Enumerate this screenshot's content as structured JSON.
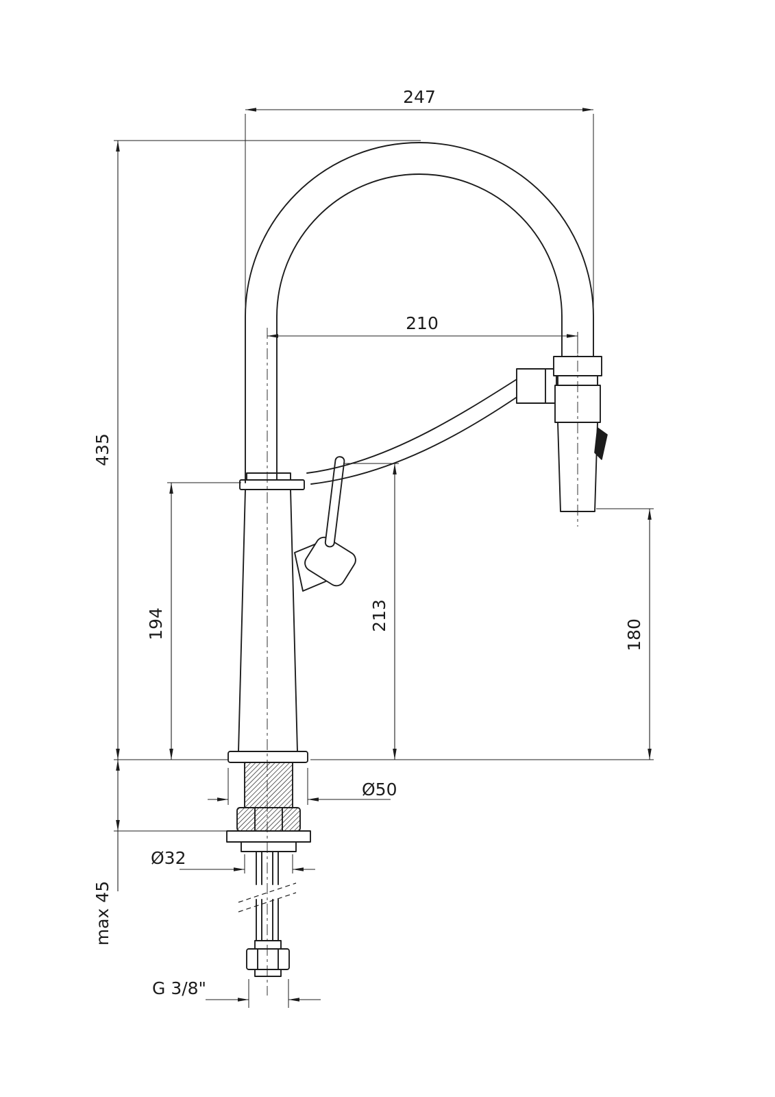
{
  "drawing": {
    "background": "#ffffff",
    "line_color": "#1c1c1c",
    "labels": {
      "dim_overall_width": "247",
      "dim_spout_reach": "210",
      "dim_total_height": "435",
      "dim_body_height": "194",
      "dim_handle_height": "213",
      "dim_outlet_height": "180",
      "dim_base_diameter": "Ø50",
      "dim_shank_diameter": "Ø32",
      "dim_max_deck_thickness": "max 45",
      "dim_thread_size": "G 3/8\""
    }
  }
}
